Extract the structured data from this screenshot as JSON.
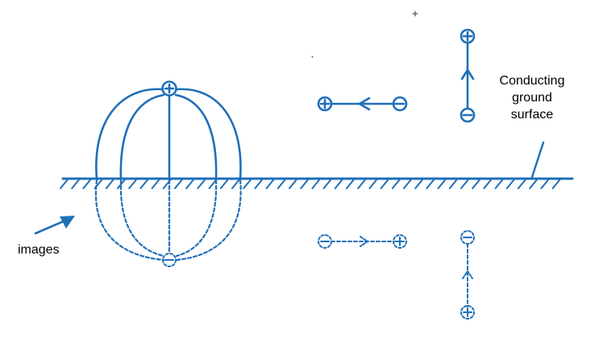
{
  "labels": {
    "ground_surface_line1": "Conducting",
    "ground_surface_line2": "ground",
    "ground_surface_line3": "surface",
    "images": "images"
  },
  "colors": {
    "stroke": "#1f6fb8",
    "text": "#000000"
  }
}
